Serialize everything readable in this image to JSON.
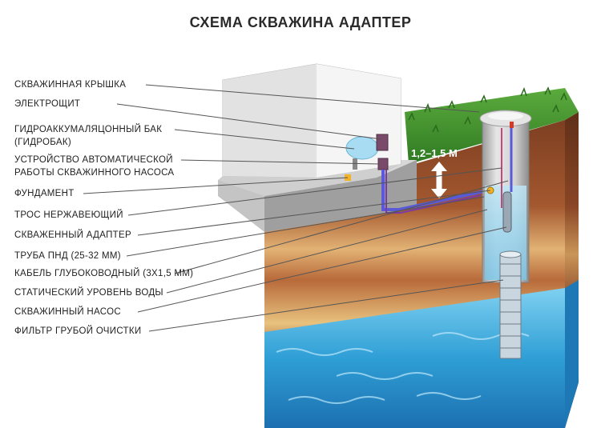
{
  "title": "СХЕМА СКВАЖИНА АДАПТЕР",
  "depth_label": "1,2–1,5 М",
  "labels": [
    "СКВАЖИННАЯ КРЫШКА",
    "ЭЛЕКТРОЩИТ",
    "ГИДРОАККУМАЛЯЦОННЫЙ БАК",
    "(ГИДРОБАК)",
    "УСТРОЙСТВО АВТОМАТИЧЕСКОЙ",
    "РАБОТЫ СКВАЖИННОГО НАСОСА",
    "ФУНДАМЕНТ",
    "ТРОС НЕРЖАВЕЮЩИЙ",
    "СКВАЖЕННЫЙ АДАПТЕР",
    "ТРУБА ПНД (25-32 ММ)",
    "КАБЕЛЬ ГЛУБОКОВОДНЫЙ (3Х1,5 ММ)",
    "СТАТИЧЕСКИЙ УРОВЕНЬ ВОДЫ",
    "СКВАЖИННЫЙ НАСОС",
    "ФИЛЬТР ГРУБОЙ ОЧИСТКИ"
  ],
  "colors": {
    "grass": "#3f8f2e",
    "soil_top": "#8a4a2a",
    "soil_sand": "#e0b072",
    "water": "#3fa6d8",
    "foundation": "#b9b9b9",
    "house_wall": "#e8e8e8"
  }
}
